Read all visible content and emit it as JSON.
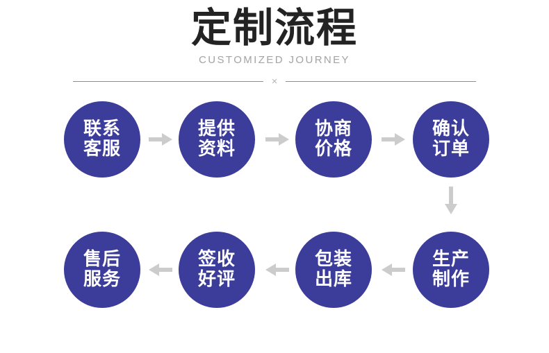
{
  "header": {
    "title": "定制流程",
    "subtitle": "CUSTOMIZED JOURNEY",
    "divider_mark": "×"
  },
  "theme": {
    "node_color": "#3c3c9b",
    "node_text_color": "#ffffff",
    "arrow_color": "#cccccc",
    "title_color": "#232323",
    "subtitle_color": "#a3a3a3",
    "divider_color": "#8d8d8d",
    "background": "#ffffff"
  },
  "flow": {
    "rows": [
      {
        "direction": "left-to-right",
        "nodes": [
          {
            "line1": "联系",
            "line2": "客服"
          },
          {
            "line1": "提供",
            "line2": "资料"
          },
          {
            "line1": "协商",
            "line2": "价格"
          },
          {
            "line1": "确认",
            "line2": "订单"
          }
        ]
      },
      {
        "direction": "right-to-left",
        "nodes": [
          {
            "line1": "生产",
            "line2": "制作"
          },
          {
            "line1": "包装",
            "line2": "出库"
          },
          {
            "line1": "签收",
            "line2": "好评"
          },
          {
            "line1": "售后",
            "line2": "服务"
          }
        ]
      }
    ],
    "connectors": {
      "right": "arrow-right",
      "left": "arrow-left",
      "down": "arrow-down"
    }
  }
}
